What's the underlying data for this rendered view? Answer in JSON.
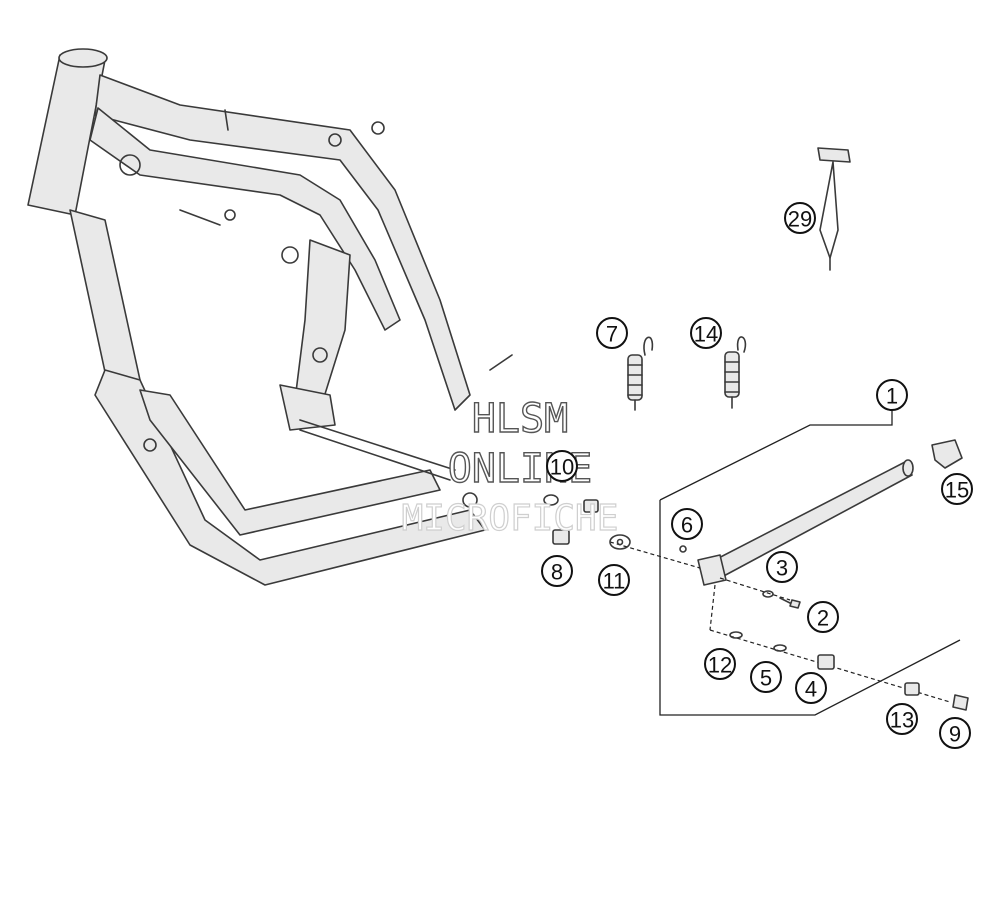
{
  "watermark": {
    "line1": "HLSM",
    "line2": "ONLINE",
    "line3": "MICROFICHE"
  },
  "callouts": [
    {
      "id": "1",
      "label": "1"
    },
    {
      "id": "2",
      "label": "2"
    },
    {
      "id": "3",
      "label": "3"
    },
    {
      "id": "4",
      "label": "4"
    },
    {
      "id": "5",
      "label": "5"
    },
    {
      "id": "6",
      "label": "6"
    },
    {
      "id": "7",
      "label": "7"
    },
    {
      "id": "8",
      "label": "8"
    },
    {
      "id": "9",
      "label": "9"
    },
    {
      "id": "10",
      "label": "10"
    },
    {
      "id": "11",
      "label": "11"
    },
    {
      "id": "12",
      "label": "12"
    },
    {
      "id": "13",
      "label": "13"
    },
    {
      "id": "14",
      "label": "14"
    },
    {
      "id": "15",
      "label": "15"
    },
    {
      "id": "29",
      "label": "29"
    }
  ],
  "colors": {
    "line": "#3a3a3a",
    "frame_fill": "#e9e9e9",
    "background": "#ffffff"
  }
}
